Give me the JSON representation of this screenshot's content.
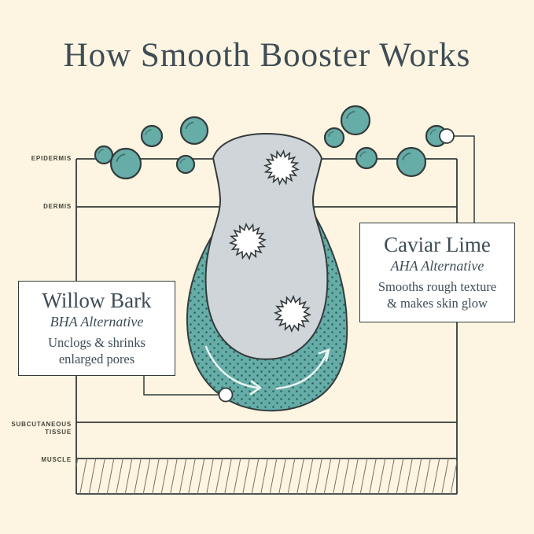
{
  "title": "How Smooth Booster Works",
  "diagram": {
    "layer_labels": {
      "epidermis": "EPIDERMIS",
      "dermis": "DERMIS",
      "subcutaneous": "SUBCUTANEOUS\nTISSUE",
      "muscle": "MUSCLE"
    }
  },
  "callouts": {
    "willow_bark": {
      "title": "Willow Bark",
      "subtitle": "BHA Alternative",
      "description": "Unclogs & shrinks\nenlarged pores"
    },
    "caviar_lime": {
      "title": "Caviar Lime",
      "subtitle": "AHA Alternative",
      "description": "Smooths rough texture\n& makes skin glow"
    }
  },
  "colors": {
    "background": "#fdf5e2",
    "ink": "#343b3b",
    "teal": "#66aca7",
    "teal_dark": "#26605e",
    "pore_gray": "#d0d5da",
    "title": "#3e4d56",
    "label": "#454539",
    "box_bg": "#ffffff",
    "arrow": "#e8f5f1"
  }
}
